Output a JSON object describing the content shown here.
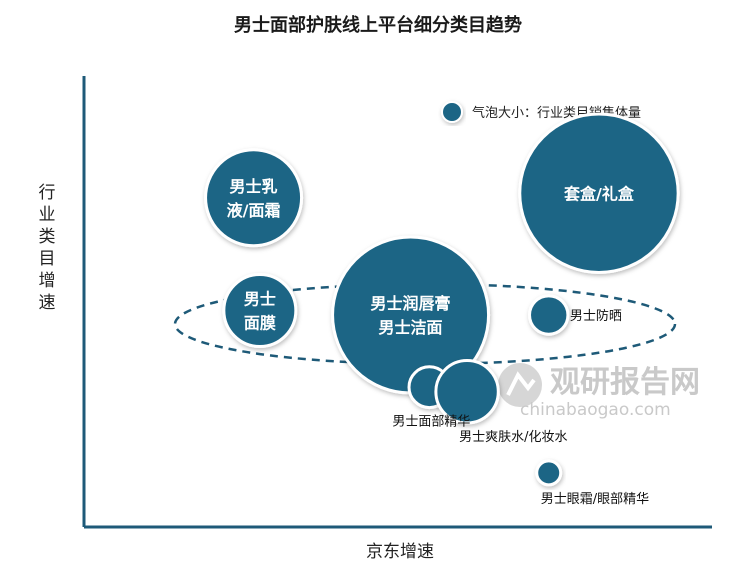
{
  "chart_data": {
    "type": "scatter",
    "title": "男士面部护肤线上平台细分类目趋势",
    "xlabel": "京东增速",
    "ylabel": "行业类目增速",
    "legend": {
      "label": "气泡大小：行业类目销售体量",
      "position": "top-right"
    },
    "grid": false,
    "xlim": [
      0,
      100
    ],
    "ylim": [
      0,
      100
    ],
    "points": [
      {
        "name": "男士乳液/面霜",
        "x": 27,
        "y": 73,
        "size": 40,
        "label_lines": [
          "男士乳",
          "液/面霜"
        ],
        "label_pos": "inside"
      },
      {
        "name": "男士面膜",
        "x": 28,
        "y": 48,
        "size": 30,
        "label_lines": [
          "男士",
          "面膜"
        ],
        "label_pos": "inside"
      },
      {
        "name": "男士润唇膏 男士洁面",
        "x": 52,
        "y": 47,
        "size": 65,
        "label_lines": [
          "男士润唇膏",
          "男士洁面"
        ],
        "label_pos": "inside"
      },
      {
        "name": "套盒/礼盒",
        "x": 82,
        "y": 74,
        "size": 66,
        "label_lines": [
          "套盒/礼盒"
        ],
        "label_pos": "inside"
      },
      {
        "name": "男士防晒",
        "x": 74,
        "y": 47,
        "size": 16,
        "label_lines": [
          "男士防晒"
        ],
        "label_pos": "right"
      },
      {
        "name": "男士面部精华",
        "x": 55,
        "y": 31,
        "size": 17,
        "label_lines": [
          "男士面部精华"
        ],
        "label_pos": "below-left"
      },
      {
        "name": "男士爽肤水/化妆水",
        "x": 61,
        "y": 30,
        "size": 26,
        "label_lines": [
          "男士爽肤水/化妆水"
        ],
        "label_pos": "below-right"
      },
      {
        "name": "男士眼霜/眼部精华",
        "x": 74,
        "y": 12,
        "size": 10,
        "label_lines": [
          "男士眼霜/眼部精华"
        ],
        "label_pos": "below-right"
      }
    ],
    "colors": {
      "bubble": "#1e6585",
      "bubble_stroke": "#ffffff",
      "axis": "#1e5a78",
      "ellipse": "#1e5a78"
    }
  },
  "watermark": {
    "cn": "观研报告网",
    "en": "chinabaogao.com"
  }
}
